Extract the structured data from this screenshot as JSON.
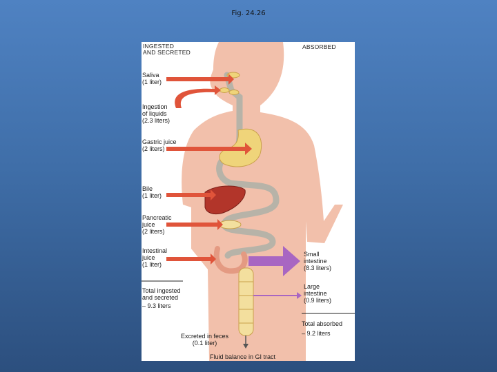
{
  "slide": {
    "title": "Fig. 24.26"
  },
  "headers": {
    "ingested": [
      "INGESTED",
      "AND SECRETED"
    ],
    "absorbed": "ABSORBED"
  },
  "left_labels": {
    "saliva": [
      "Saliva",
      "(1 liter)"
    ],
    "ingestion": [
      "Ingestion",
      "of liquids",
      "(2.3 liters)"
    ],
    "gastric": [
      "Gastric juice",
      "(2 liters)"
    ],
    "bile": [
      "Bile",
      "(1 liter)"
    ],
    "pancreatic": [
      "Pancreatic",
      "juice",
      "(2 liters)"
    ],
    "intestinal": [
      "Intestinal",
      "juice",
      "(1 liter)"
    ],
    "total_in": [
      "Total ingested",
      "and secreted",
      "– 9.3 liters"
    ]
  },
  "right_labels": {
    "small": [
      "Small",
      "intestine",
      "(8.3 liters)"
    ],
    "large": [
      "Large",
      "intestine",
      "(0.9 liters)"
    ],
    "total_out": [
      "Total absorbed",
      "– 9.2 liters"
    ]
  },
  "bottom_labels": {
    "excreted": [
      "Excreted in feces",
      "(0.1 liter)"
    ],
    "caption": "Fluid balance in GI tract"
  },
  "colors": {
    "body_fill": "#f2c0ab",
    "arrow_in": "#e0543a",
    "arrow_absorb": "#a866c2",
    "gi_tract": "#b7b3a8",
    "stomach": "#efd47a",
    "liver": "#b2352a",
    "large_intestine": "#f3df9e"
  }
}
